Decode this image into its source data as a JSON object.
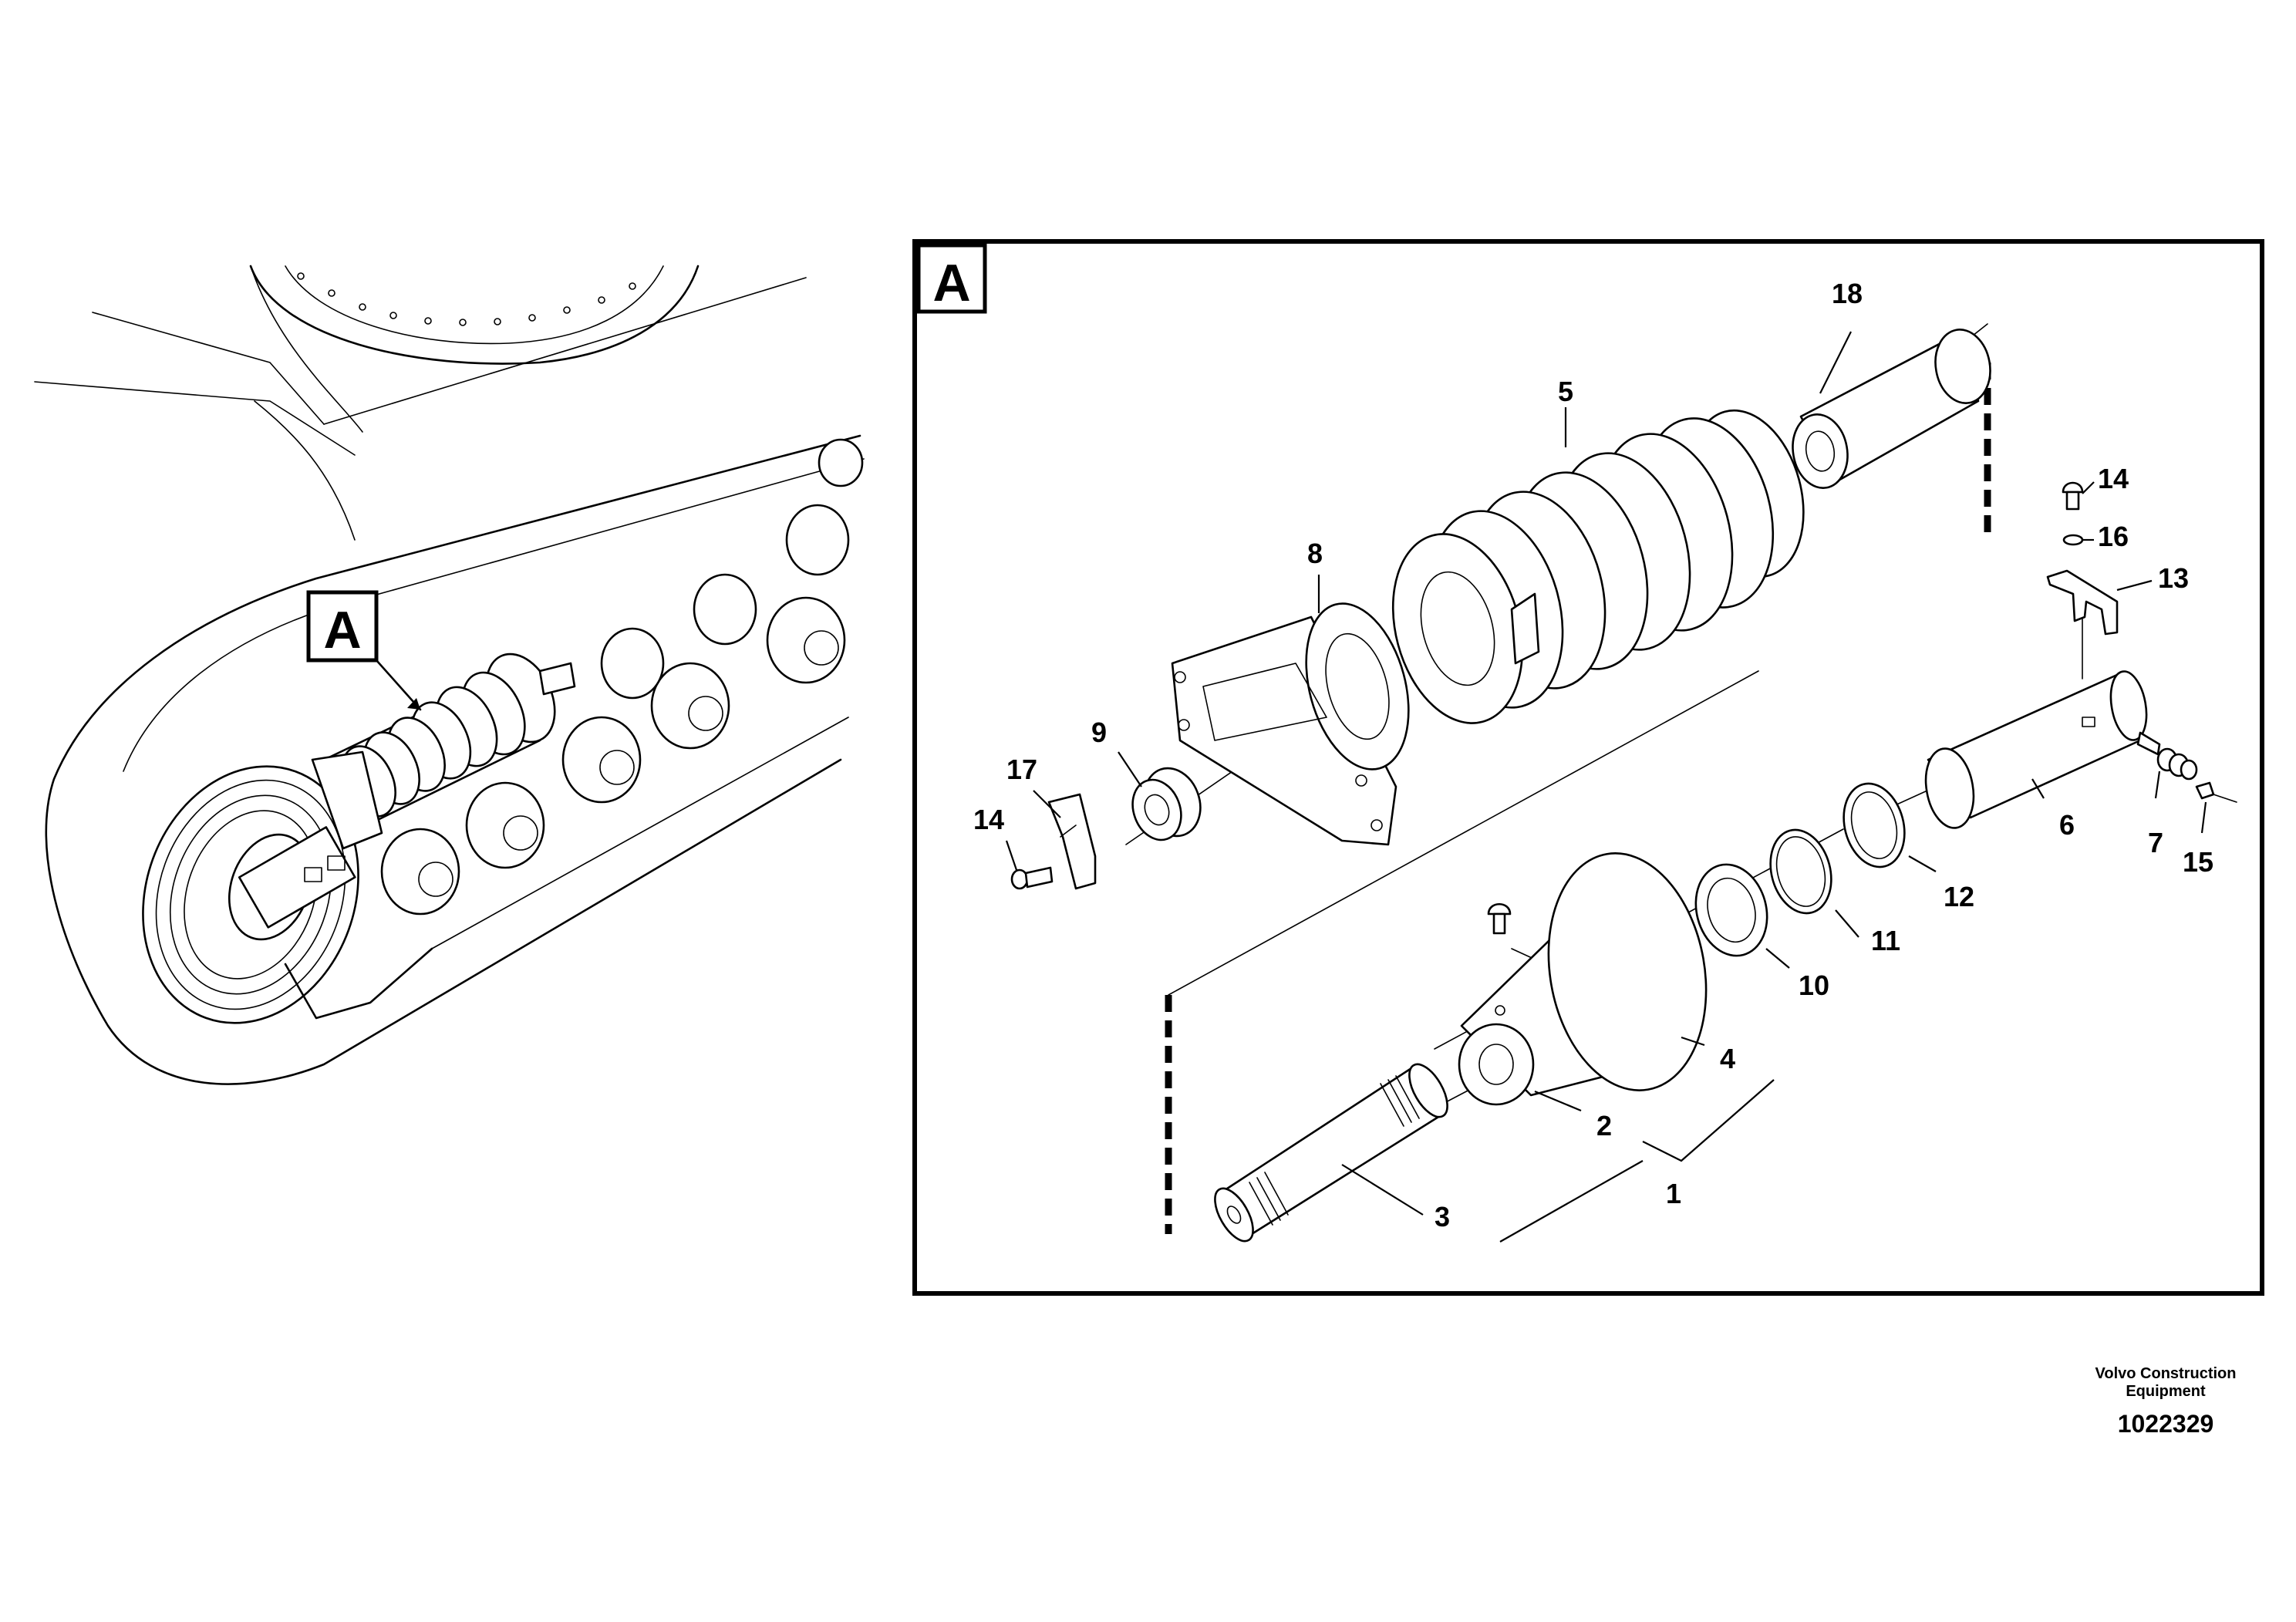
{
  "overview": {
    "view_label": "A"
  },
  "detail": {
    "view_label": "A",
    "callouts": {
      "c18": "18",
      "c5": "5",
      "c8": "8",
      "c9": "9",
      "c17": "17",
      "c14a": "14",
      "c14b": "14",
      "c16": "16",
      "c13": "13",
      "c6": "6",
      "c7": "7",
      "c15": "15",
      "c12": "12",
      "c11": "11",
      "c10": "10",
      "c4": "4",
      "c2": "2",
      "c3": "3",
      "c1": "1"
    }
  },
  "footer": {
    "company_line1": "Volvo Construction",
    "company_line2": "Equipment",
    "drawing_number": "1022329"
  }
}
